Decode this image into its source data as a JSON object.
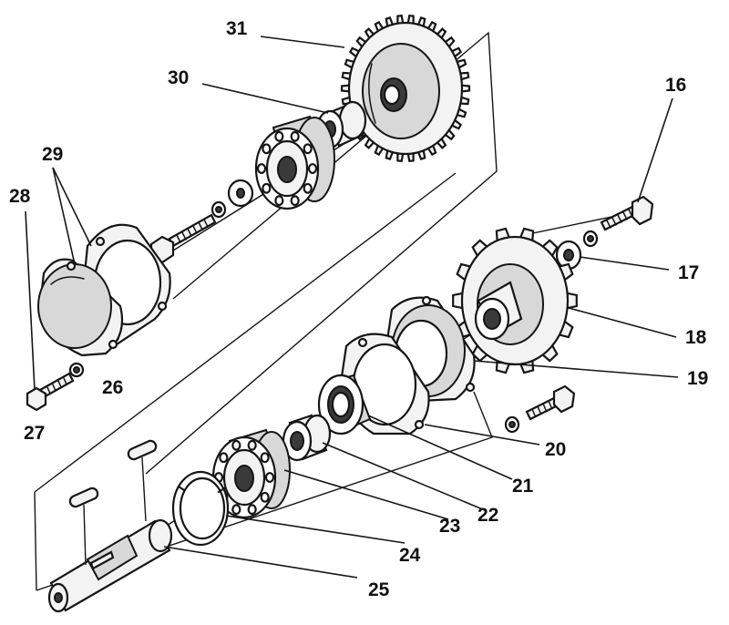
{
  "colors": {
    "ink": "#151515",
    "paper": "#ffffff",
    "shade": "#3a3a3a"
  },
  "labels": {
    "p16": "16",
    "p17": "17",
    "p18": "18",
    "p19": "19",
    "p20": "20",
    "p21": "21",
    "p22": "22",
    "p23": "23",
    "p24": "24",
    "p25": "25",
    "p26": "26",
    "p27": "27",
    "p28": "28",
    "p29": "29",
    "p30": "30",
    "p31": "31"
  }
}
